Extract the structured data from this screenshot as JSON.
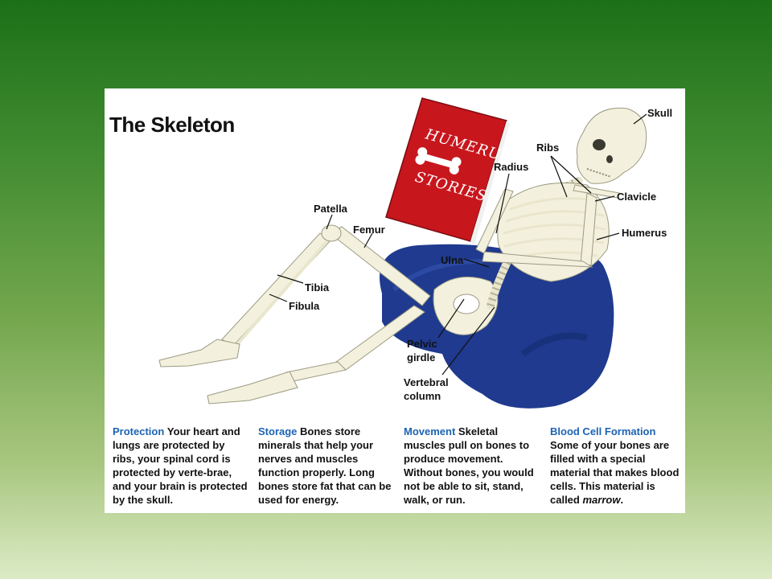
{
  "title": "The Skeleton",
  "book": {
    "line1": "HUMERUS",
    "line2": "STORIES",
    "color": "#c8161d"
  },
  "labels": {
    "skull": "Skull",
    "ribs": "Ribs",
    "radius": "Radius",
    "clavicle": "Clavicle",
    "humerus": "Humerus",
    "patella": "Patella",
    "femur": "Femur",
    "ulna": "Ulna",
    "tibia": "Tibia",
    "fibula": "Fibula",
    "pelvic_line1": "Pelvic",
    "pelvic_line2": "girdle",
    "vertebral_line1": "Vertebral",
    "vertebral_line2": "column"
  },
  "captions": [
    {
      "heading": "Protection",
      "body": "Your heart and lungs are protected by ribs, your spinal cord is protected by verte-brae, and your brain is protected by the skull."
    },
    {
      "heading": "Storage",
      "body": "Bones store minerals that help your nerves and muscles function properly. Long bones store fat that can be used for energy."
    },
    {
      "heading": "Movement",
      "body": "Skeletal muscles pull on bones to produce movement. Without bones, you would not be able to sit, stand, walk, or run."
    },
    {
      "heading": "Blood Cell Formation",
      "body": "Some of your bones are filled with a special material that makes blood cells. This material is called",
      "emphasis": "marrow",
      "tail": "."
    }
  ],
  "colors": {
    "heading_blue": "#1d63b3",
    "cushion_blue": "#1f3a8e",
    "bone": "#f3f1dd"
  }
}
